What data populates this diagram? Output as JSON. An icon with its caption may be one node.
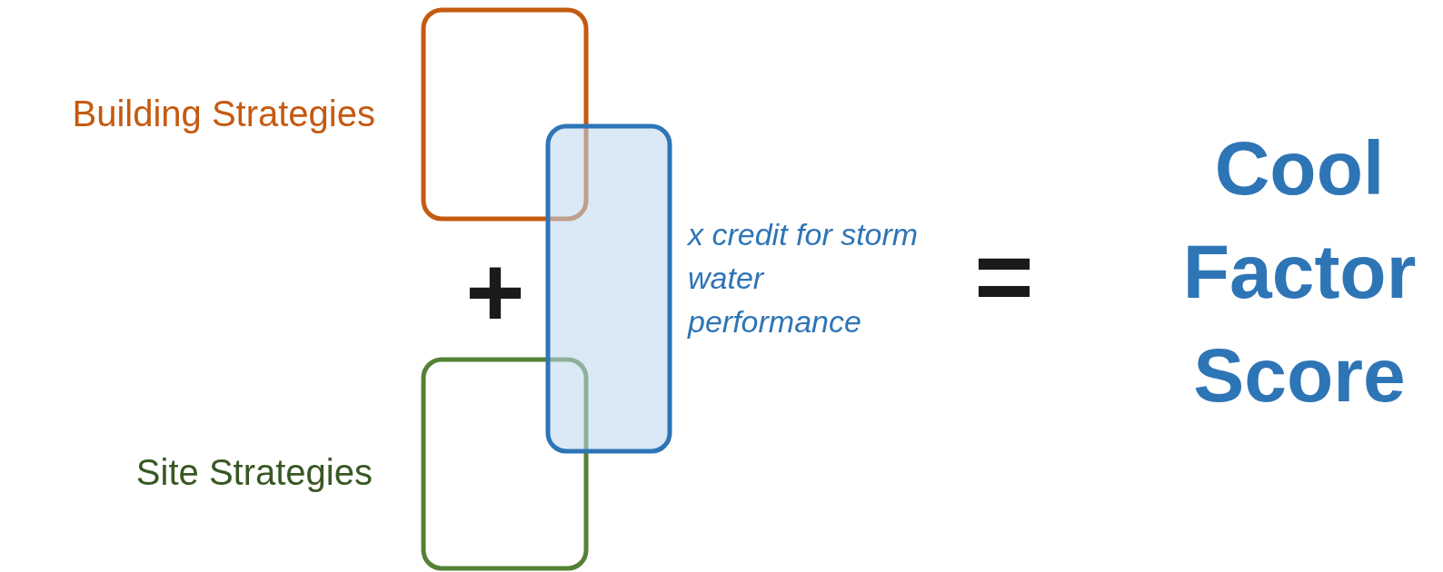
{
  "diagram": {
    "nodes": [
      {
        "text": [],
        "shape": "box",
        "beside": [
          "Building Strategies"
        ]
      },
      {
        "text": [],
        "shape": "box",
        "beside": [
          "Site Strategies"
        ]
      },
      {
        "text": [],
        "shape": "box",
        "beside": [
          "x credit for storm water performance"
        ]
      }
    ],
    "edges": [],
    "labels": [
      "+",
      "=",
      "Cool Factor Score"
    ]
  }
}
